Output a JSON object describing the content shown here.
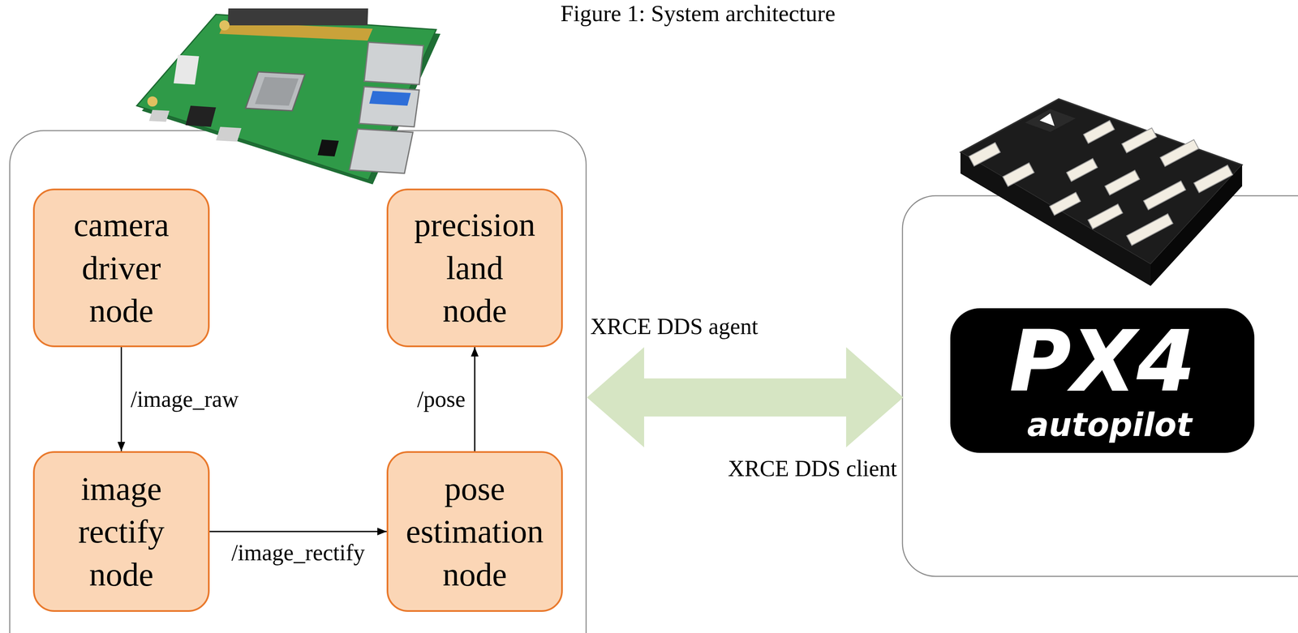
{
  "diagram": {
    "title": "Figure 1: System architecture",
    "nodes": [
      {
        "text": [
          "camera driver node"
        ]
      },
      {
        "text": [
          "precision land node"
        ]
      },
      {
        "text": [
          "image rectify node"
        ]
      },
      {
        "text": [
          "pose estimation node"
        ]
      }
    ],
    "edges": [
      {
        "from": 0,
        "to": 2,
        "arrow": "to",
        "label": "/image_raw"
      },
      {
        "from": 2,
        "to": 3,
        "arrow": "to",
        "label": "/image_rectify"
      },
      {
        "from": 3,
        "to": 1,
        "arrow": "to",
        "label": "/pose"
      }
    ],
    "labels": [
      "XRCE DDS agent",
      "XRCE DDS client",
      "PX4",
      "autopilot"
    ]
  }
}
